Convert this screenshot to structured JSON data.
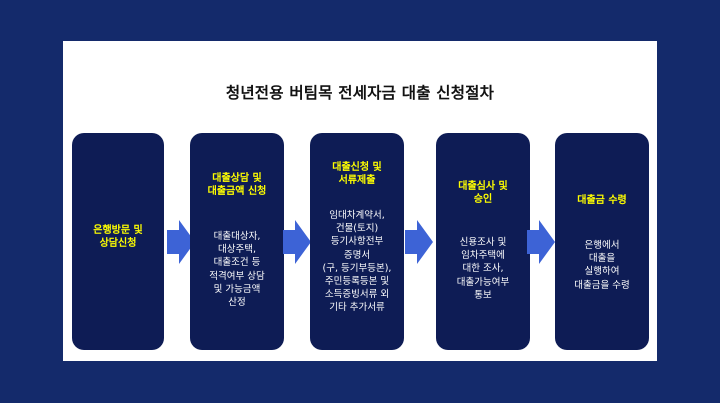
{
  "title": "청년전용 버팀목 전세자금 대출 신청절차",
  "steps": [
    {
      "head": "은행방문 및\n상담신청",
      "body": ""
    },
    {
      "head": "대출상담 및\n대출금액 신청",
      "body": "대출대상자,\n대상주택,\n대출조건 등\n적격여부 상담\n및 가능금액\n산정"
    },
    {
      "head": "대출신청 및\n서류제출",
      "body": "임대차계약서,\n건물(토지)\n등기사항전부\n증명서\n(구, 등기부등본),\n주민등록등본 및\n소득증빙서류 외\n기타 추가서류"
    },
    {
      "head": "대출심사 및\n승인",
      "body": "신용조사 및\n임차주택에\n대한 조사,\n대출가능여부\n통보"
    },
    {
      "head": "대출금 수령",
      "body": "은행에서\n대출을\n실행하여\n대출금을 수령"
    }
  ],
  "colors": {
    "background": "#142a6b",
    "box": "#0e1c55",
    "heading": "#ffff00",
    "arrow": "#3d63d6"
  }
}
